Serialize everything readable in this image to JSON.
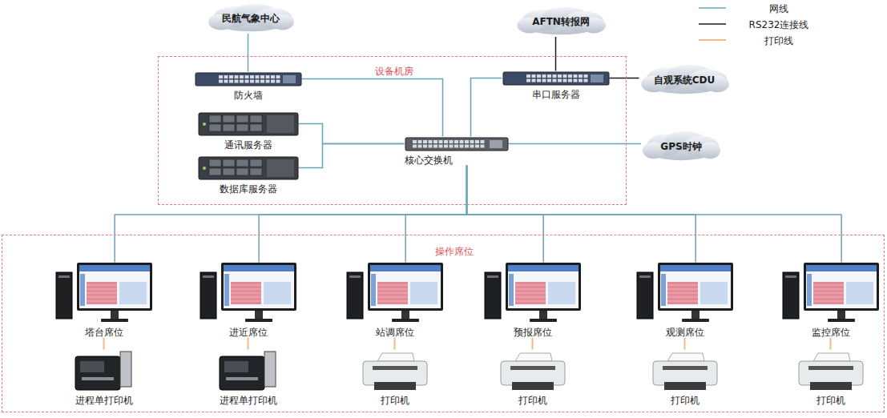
{
  "diagram": {
    "nodes": [
      {
        "text": [
          "民航气象中心"
        ]
      },
      {
        "text": [
          "AFTN转报网"
        ]
      },
      {
        "text": [
          "设备机房"
        ]
      },
      {
        "text": [
          "防火墙"
        ],
        "in": 2
      },
      {
        "text": [
          "串口服务器"
        ],
        "in": 2
      },
      {
        "text": [
          "通讯服务器"
        ],
        "in": 2
      },
      {
        "text": [
          "核心交换机"
        ],
        "in": 2
      },
      {
        "text": [
          "数据库服务器"
        ],
        "in": 2
      },
      {
        "text": [
          "自观系统CDU"
        ]
      },
      {
        "text": [
          "GPS时钟"
        ]
      },
      {
        "text": [
          "操作席位"
        ]
      },
      {
        "text": [
          "塔台席位"
        ],
        "in": 10
      },
      {
        "text": [
          "进近席位"
        ],
        "in": 10
      },
      {
        "text": [
          "站调席位"
        ],
        "in": 10
      },
      {
        "text": [
          "预报席位"
        ],
        "in": 10
      },
      {
        "text": [
          "观测席位"
        ],
        "in": 10
      },
      {
        "text": [
          "监控席位"
        ],
        "in": 10
      },
      {
        "text": [
          "进程单打印机"
        ],
        "in": 10
      },
      {
        "text": [
          "进程单打印机"
        ],
        "in": 10
      },
      {
        "text": [
          "打印机"
        ],
        "in": 10
      },
      {
        "text": [
          "打印机"
        ],
        "in": 10
      },
      {
        "text": [
          "打印机"
        ],
        "in": 10
      },
      {
        "text": [
          "打印机"
        ],
        "in": 10
      }
    ],
    "edges": [
      {
        "from": 0,
        "to": 3,
        "arrow": "none"
      },
      {
        "from": 1,
        "to": 4,
        "arrow": "none"
      },
      {
        "from": 3,
        "to": 6,
        "arrow": "none"
      },
      {
        "from": 4,
        "to": 6,
        "arrow": "none"
      },
      {
        "from": 4,
        "to": 8,
        "arrow": "none"
      },
      {
        "from": 5,
        "to": 6,
        "arrow": "none"
      },
      {
        "from": 7,
        "to": 6,
        "arrow": "none"
      },
      {
        "from": 6,
        "to": 9,
        "arrow": "none"
      },
      {
        "from": 6,
        "to": 11,
        "arrow": "none"
      },
      {
        "from": 6,
        "to": 12,
        "arrow": "none"
      },
      {
        "from": 6,
        "to": 13,
        "arrow": "none"
      },
      {
        "from": 6,
        "to": 14,
        "arrow": "none"
      },
      {
        "from": 6,
        "to": 15,
        "arrow": "none"
      },
      {
        "from": 6,
        "to": 16,
        "arrow": "none"
      },
      {
        "from": 11,
        "to": 17,
        "arrow": "none"
      },
      {
        "from": 12,
        "to": 18,
        "arrow": "none"
      },
      {
        "from": 13,
        "to": 19,
        "arrow": "none"
      },
      {
        "from": 14,
        "to": 20,
        "arrow": "none"
      },
      {
        "from": 15,
        "to": 21,
        "arrow": "none"
      },
      {
        "from": 16,
        "to": 22,
        "arrow": "none"
      }
    ],
    "legend": [
      {
        "text": "网线"
      },
      {
        "text": "RS232连接线"
      },
      {
        "text": "打印线"
      }
    ]
  }
}
